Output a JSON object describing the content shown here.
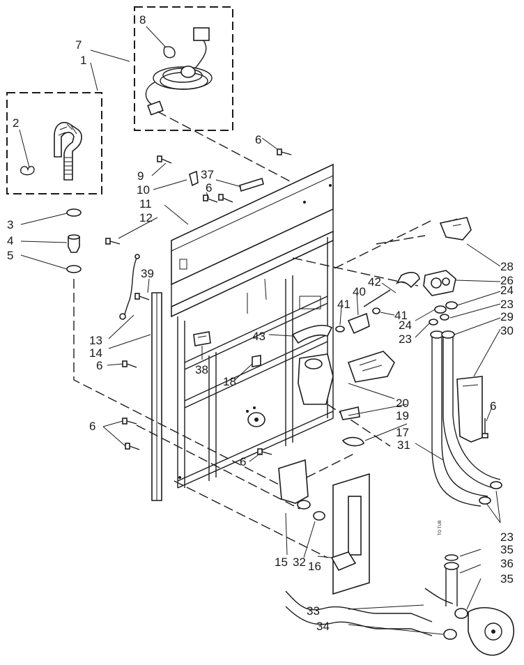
{
  "diagram": {
    "callouts": {
      "c1": "1",
      "c2": "2",
      "c3": "3",
      "c4": "4",
      "c5": "5",
      "c6a": "6",
      "c6b": "6",
      "c6c": "6",
      "c6d": "6",
      "c6e": "6",
      "c6f": "6",
      "c7": "7",
      "c8": "8",
      "c9": "9",
      "c10": "10",
      "c11": "11",
      "c12": "12",
      "c13": "13",
      "c14": "14",
      "c15": "15",
      "c16": "16",
      "c17": "17",
      "c18": "18",
      "c19": "19",
      "c20": "20",
      "c23a": "23",
      "c23b": "23",
      "c23c": "23",
      "c24a": "24",
      "c24b": "24",
      "c26": "26",
      "c28": "28",
      "c29": "29",
      "c30": "30",
      "c31": "31",
      "c32": "32",
      "c33": "33",
      "c34": "34",
      "c35a": "35",
      "c35b": "35",
      "c36": "36",
      "c37": "37",
      "c38": "38",
      "c39": "39",
      "c40": "40",
      "c41a": "41",
      "c41b": "41",
      "c42": "42",
      "c43": "43"
    },
    "annotation_to_tub": "TO TUB"
  }
}
